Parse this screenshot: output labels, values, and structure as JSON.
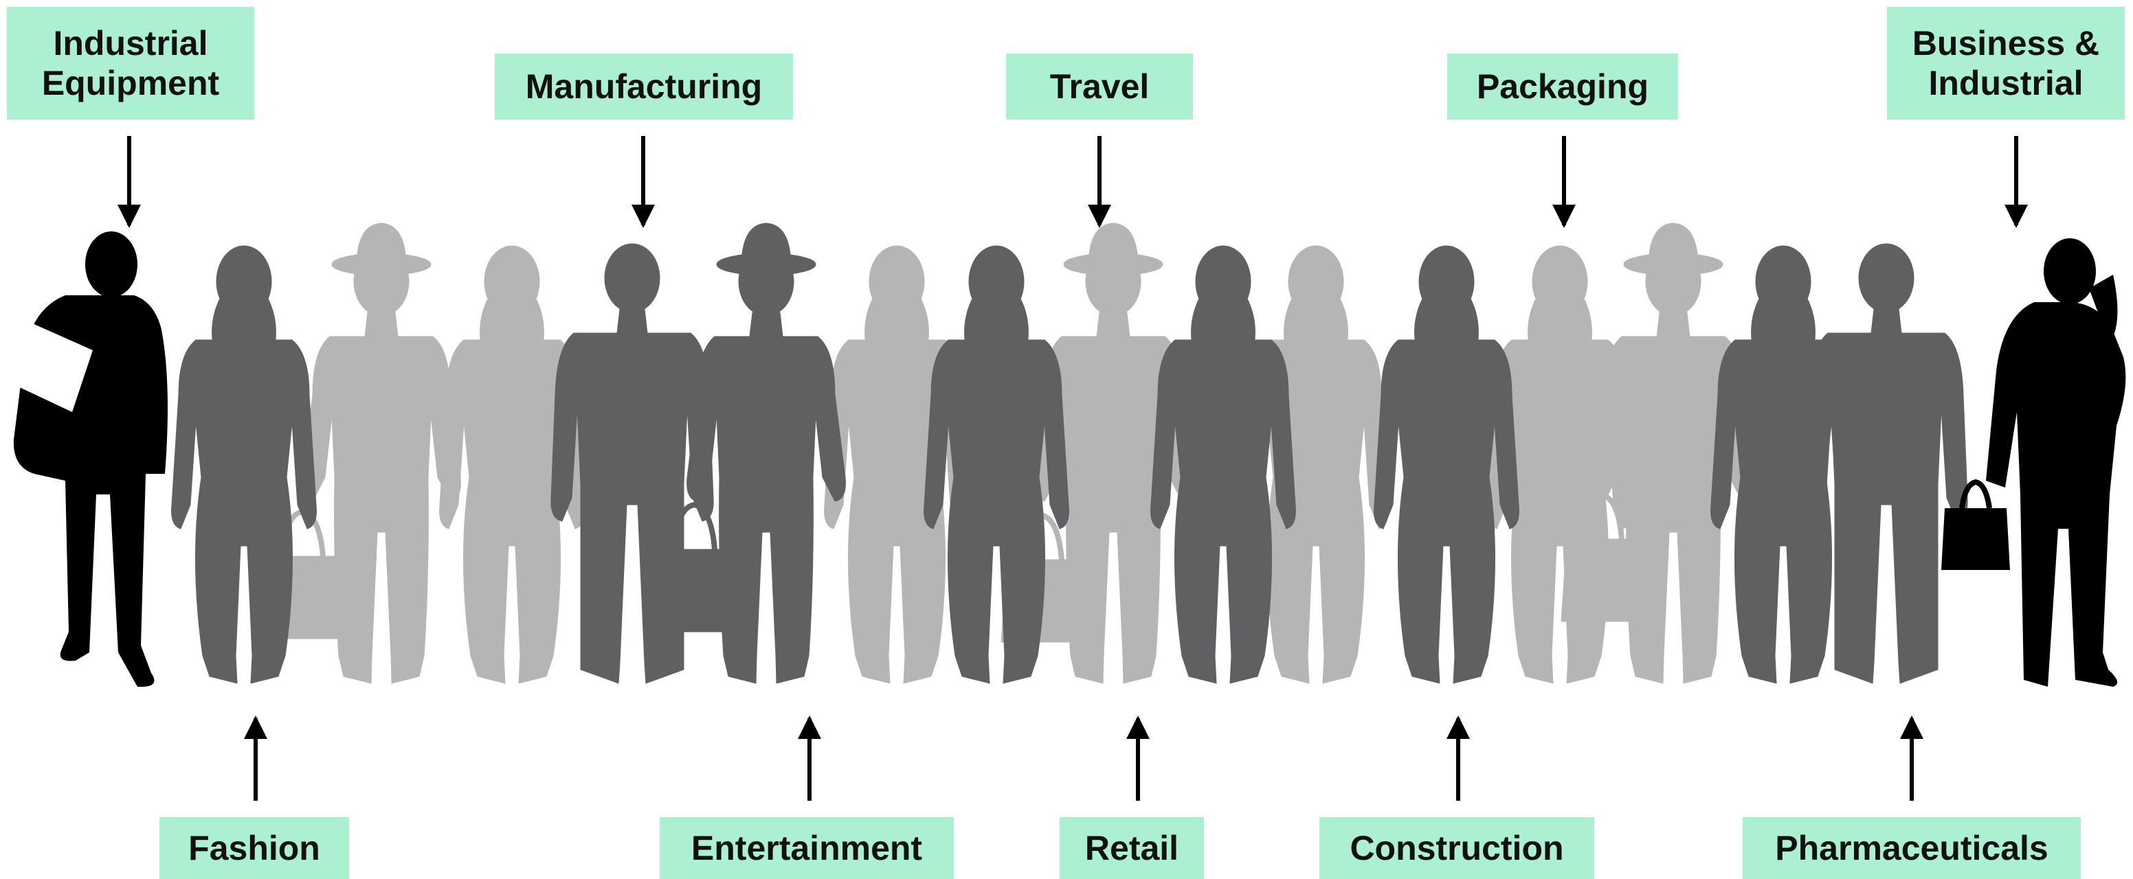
{
  "top_labels": [
    {
      "id": "industrial-equipment",
      "text": "Industrial\nEquipment"
    },
    {
      "id": "manufacturing",
      "text": "Manufacturing"
    },
    {
      "id": "travel",
      "text": "Travel"
    },
    {
      "id": "packaging",
      "text": "Packaging"
    },
    {
      "id": "business-industrial",
      "text": "Business &\nIndustrial"
    }
  ],
  "bottom_labels": [
    {
      "id": "fashion",
      "text": "Fashion"
    },
    {
      "id": "entertainment",
      "text": "Entertainment"
    },
    {
      "id": "retail",
      "text": "Retail"
    },
    {
      "id": "construction",
      "text": "Construction"
    },
    {
      "id": "pharmaceuticals",
      "text": "Pharmaceuticals"
    }
  ],
  "colors": {
    "label_bg": "#aaf0d1",
    "black_figure": "#000000",
    "dark_figure": "#5f6062",
    "light_figure": "#b4b5b7",
    "arrow": "#000000"
  }
}
